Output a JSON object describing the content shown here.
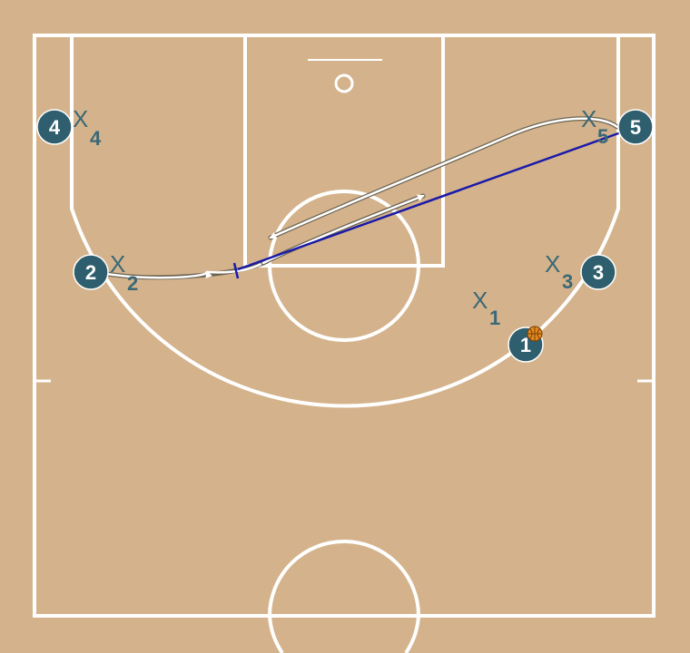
{
  "colors": {
    "court": "#d4b38c",
    "lines": "#ffffff",
    "player": "#2f5f6e",
    "defender": "#3a6876",
    "pass": "#1a1aa8",
    "ball": "#e08a1e"
  },
  "offense": [
    {
      "label": "1"
    },
    {
      "label": "2"
    },
    {
      "label": "3"
    },
    {
      "label": "4"
    },
    {
      "label": "5"
    }
  ],
  "defense": [
    {
      "mark": "X",
      "sub": "1"
    },
    {
      "mark": "X",
      "sub": "2"
    },
    {
      "mark": "X",
      "sub": "3"
    },
    {
      "mark": "X",
      "sub": "4"
    },
    {
      "mark": "X",
      "sub": "5"
    }
  ],
  "ball_holder": "1"
}
